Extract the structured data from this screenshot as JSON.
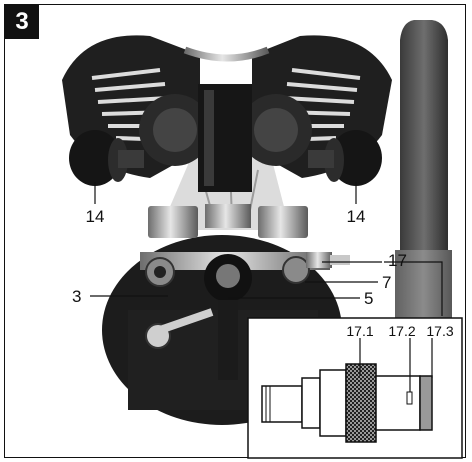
{
  "figure_number": "3",
  "labels": {
    "left_14": "14",
    "right_14": "14",
    "label_17": "17",
    "label_7": "7",
    "label_3": "3",
    "label_5": "5"
  },
  "inset_labels": {
    "l_17_1": "17.1",
    "l_17_2": "17.2",
    "l_17_3": "17.3"
  },
  "colors": {
    "ink": "#111111",
    "photo_dark": "#1e1e1e",
    "photo_mid": "#7a7a7a",
    "photo_light": "#d6d6d6",
    "hose": "#4a4a4a"
  }
}
